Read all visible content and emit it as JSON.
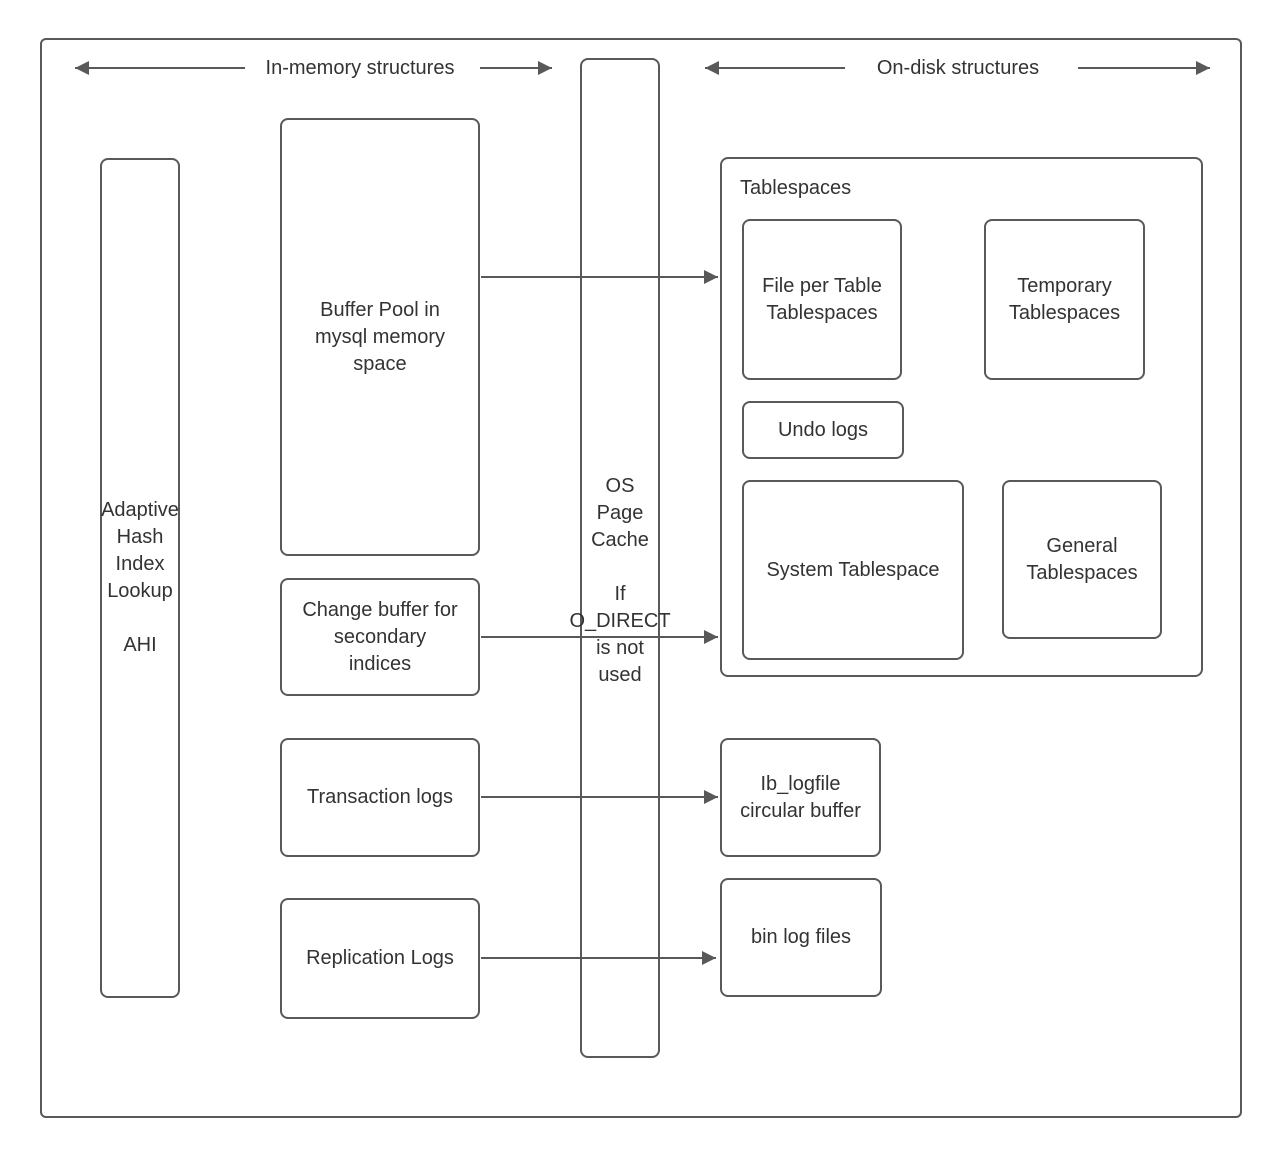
{
  "colors": {
    "background": "#ffffff",
    "stroke": "#595959",
    "text": "#333333"
  },
  "headers": {
    "in_memory": "In-memory structures",
    "on_disk": "On-disk structures"
  },
  "in_memory": {
    "adaptive_hash": "Adaptive\nHash\nIndex\nLookup\n\nAHI",
    "buffer_pool": "Buffer Pool in\nmysql memory\nspace",
    "change_buffer": "Change buffer for\nsecondary\nindices",
    "transaction_logs": "Transaction logs",
    "replication_logs": "Replication Logs"
  },
  "os_page_cache": "OS\nPage\nCache\n\nIf\nO_DIRECT\nis not\nused",
  "on_disk": {
    "tablespaces_title": "Tablespaces",
    "file_per_table": "File per Table\nTablespaces",
    "temporary": "Temporary\nTablespaces",
    "undo_logs": "Undo logs",
    "system": "System Tablespace",
    "general": "General\nTablespaces",
    "ib_logfile": "Ib_logfile\ncircular buffer",
    "bin_log_files": "bin log files"
  },
  "connections": [
    {
      "from": "buffer-pool",
      "to": "tablespaces",
      "through": "os-page-cache"
    },
    {
      "from": "change-buffer",
      "to": "tablespaces",
      "through": "os-page-cache"
    },
    {
      "from": "transaction-logs",
      "to": "ib-logfile",
      "through": "os-page-cache"
    },
    {
      "from": "replication-logs",
      "to": "bin-log-files",
      "through": "os-page-cache"
    }
  ]
}
